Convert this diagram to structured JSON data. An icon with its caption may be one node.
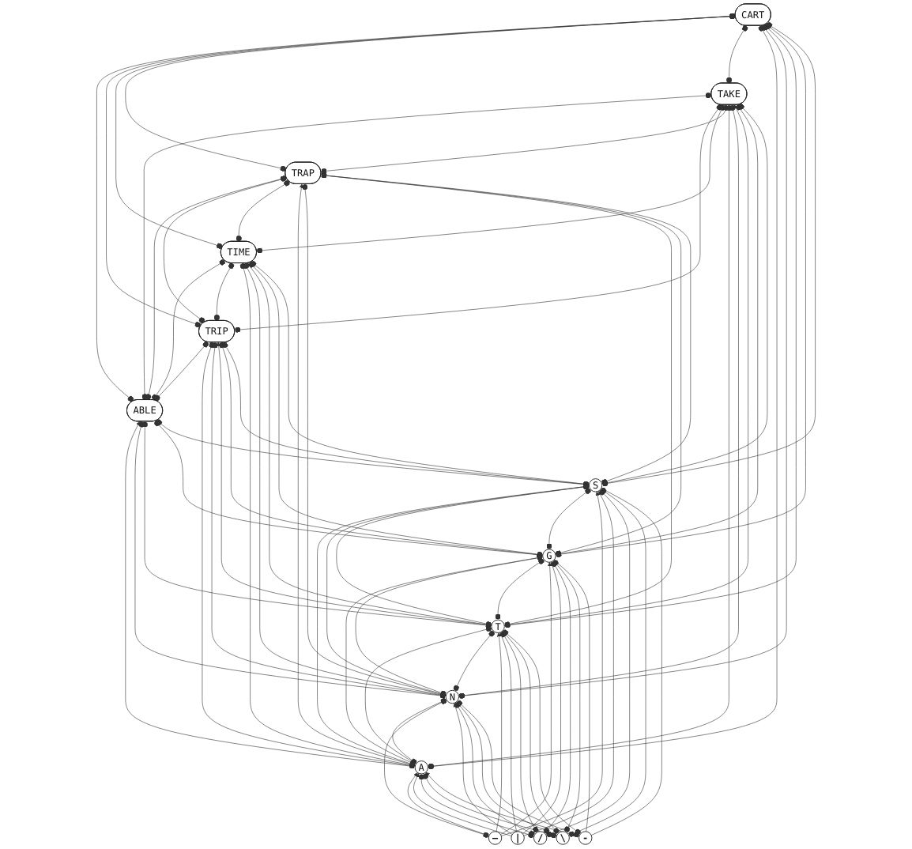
{
  "diagram": {
    "nodes": [
      {
        "text": [
          "ABLE"
        ]
      },
      {
        "text": [
          "TRIP"
        ]
      },
      {
        "text": [
          "TIME"
        ]
      },
      {
        "text": [
          "TRAP"
        ]
      },
      {
        "text": [
          "TAKE"
        ]
      },
      {
        "text": [
          "CART"
        ]
      },
      {
        "text": [
          "A"
        ]
      },
      {
        "text": [
          "N"
        ]
      },
      {
        "text": [
          "T"
        ]
      },
      {
        "text": [
          "G"
        ]
      },
      {
        "text": [
          "S"
        ]
      },
      {
        "text": [
          "—"
        ]
      },
      {
        "text": [
          "|"
        ]
      },
      {
        "text": [
          "/"
        ]
      },
      {
        "text": [
          "\\"
        ]
      },
      {
        "text": [
          "-"
        ]
      }
    ],
    "edges": [
      {
        "from": 0,
        "to": 1,
        "arrow": "other"
      },
      {
        "from": 0,
        "to": 2,
        "arrow": "other"
      },
      {
        "from": 0,
        "to": 3,
        "arrow": "other"
      },
      {
        "from": 0,
        "to": 4,
        "arrow": "other"
      },
      {
        "from": 0,
        "to": 5,
        "arrow": "other"
      },
      {
        "from": 1,
        "to": 2,
        "arrow": "other"
      },
      {
        "from": 1,
        "to": 3,
        "arrow": "other"
      },
      {
        "from": 1,
        "to": 4,
        "arrow": "other"
      },
      {
        "from": 1,
        "to": 5,
        "arrow": "other"
      },
      {
        "from": 2,
        "to": 3,
        "arrow": "other"
      },
      {
        "from": 2,
        "to": 4,
        "arrow": "other"
      },
      {
        "from": 2,
        "to": 5,
        "arrow": "other"
      },
      {
        "from": 3,
        "to": 4,
        "arrow": "other"
      },
      {
        "from": 3,
        "to": 5,
        "arrow": "other"
      },
      {
        "from": 4,
        "to": 5,
        "arrow": "other"
      },
      {
        "from": 6,
        "to": 0,
        "arrow": "to"
      },
      {
        "from": 6,
        "to": 1,
        "arrow": "other"
      },
      {
        "from": 6,
        "to": 2,
        "arrow": "other"
      },
      {
        "from": 6,
        "to": 3,
        "arrow": "to"
      },
      {
        "from": 6,
        "to": 4,
        "arrow": "other"
      },
      {
        "from": 6,
        "to": 5,
        "arrow": "other"
      },
      {
        "from": 7,
        "to": 0,
        "arrow": "other"
      },
      {
        "from": 7,
        "to": 1,
        "arrow": "other"
      },
      {
        "from": 7,
        "to": 2,
        "arrow": "other"
      },
      {
        "from": 7,
        "to": 3,
        "arrow": "other"
      },
      {
        "from": 7,
        "to": 4,
        "arrow": "other"
      },
      {
        "from": 7,
        "to": 5,
        "arrow": "other"
      },
      {
        "from": 8,
        "to": 0,
        "arrow": "other"
      },
      {
        "from": 8,
        "to": 1,
        "arrow": "to"
      },
      {
        "from": 8,
        "to": 2,
        "arrow": "to"
      },
      {
        "from": 8,
        "to": 3,
        "arrow": "other"
      },
      {
        "from": 8,
        "to": 4,
        "arrow": "to"
      },
      {
        "from": 8,
        "to": 5,
        "arrow": "other"
      },
      {
        "from": 9,
        "to": 0,
        "arrow": "other"
      },
      {
        "from": 9,
        "to": 1,
        "arrow": "other"
      },
      {
        "from": 9,
        "to": 2,
        "arrow": "other"
      },
      {
        "from": 9,
        "to": 3,
        "arrow": "other"
      },
      {
        "from": 9,
        "to": 4,
        "arrow": "other"
      },
      {
        "from": 9,
        "to": 5,
        "arrow": "other"
      },
      {
        "from": 10,
        "to": 0,
        "arrow": "other"
      },
      {
        "from": 10,
        "to": 1,
        "arrow": "other"
      },
      {
        "from": 10,
        "to": 2,
        "arrow": "other"
      },
      {
        "from": 10,
        "to": 3,
        "arrow": "other"
      },
      {
        "from": 10,
        "to": 4,
        "arrow": "other"
      },
      {
        "from": 10,
        "to": 5,
        "arrow": "other"
      },
      {
        "from": 6,
        "to": 7,
        "arrow": "other"
      },
      {
        "from": 6,
        "to": 8,
        "arrow": "other"
      },
      {
        "from": 6,
        "to": 9,
        "arrow": "other"
      },
      {
        "from": 6,
        "to": 10,
        "arrow": "other"
      },
      {
        "from": 7,
        "to": 8,
        "arrow": "other"
      },
      {
        "from": 7,
        "to": 9,
        "arrow": "other"
      },
      {
        "from": 7,
        "to": 10,
        "arrow": "other"
      },
      {
        "from": 8,
        "to": 9,
        "arrow": "other"
      },
      {
        "from": 8,
        "to": 10,
        "arrow": "other"
      },
      {
        "from": 9,
        "to": 10,
        "arrow": "other"
      },
      {
        "from": 11,
        "to": 6,
        "arrow": "to"
      },
      {
        "from": 11,
        "to": 7,
        "arrow": "other"
      },
      {
        "from": 11,
        "to": 8,
        "arrow": "to"
      },
      {
        "from": 11,
        "to": 9,
        "arrow": "to"
      },
      {
        "from": 11,
        "to": 10,
        "arrow": "to"
      },
      {
        "from": 12,
        "to": 6,
        "arrow": "to"
      },
      {
        "from": 12,
        "to": 7,
        "arrow": "to"
      },
      {
        "from": 12,
        "to": 8,
        "arrow": "to"
      },
      {
        "from": 12,
        "to": 9,
        "arrow": "to"
      },
      {
        "from": 12,
        "to": 10,
        "arrow": "to"
      },
      {
        "from": 13,
        "to": 6,
        "arrow": "other"
      },
      {
        "from": 13,
        "to": 7,
        "arrow": "other"
      },
      {
        "from": 13,
        "to": 8,
        "arrow": "other"
      },
      {
        "from": 13,
        "to": 9,
        "arrow": "other"
      },
      {
        "from": 13,
        "to": 10,
        "arrow": "other"
      },
      {
        "from": 14,
        "to": 6,
        "arrow": "other"
      },
      {
        "from": 14,
        "to": 7,
        "arrow": "to"
      },
      {
        "from": 14,
        "to": 8,
        "arrow": "other"
      },
      {
        "from": 14,
        "to": 9,
        "arrow": "other"
      },
      {
        "from": 14,
        "to": 10,
        "arrow": "other"
      },
      {
        "from": 15,
        "to": 6,
        "arrow": "to"
      },
      {
        "from": 15,
        "to": 7,
        "arrow": "other"
      },
      {
        "from": 15,
        "to": 8,
        "arrow": "other"
      },
      {
        "from": 15,
        "to": 9,
        "arrow": "to"
      },
      {
        "from": 15,
        "to": 10,
        "arrow": "to"
      }
    ]
  }
}
